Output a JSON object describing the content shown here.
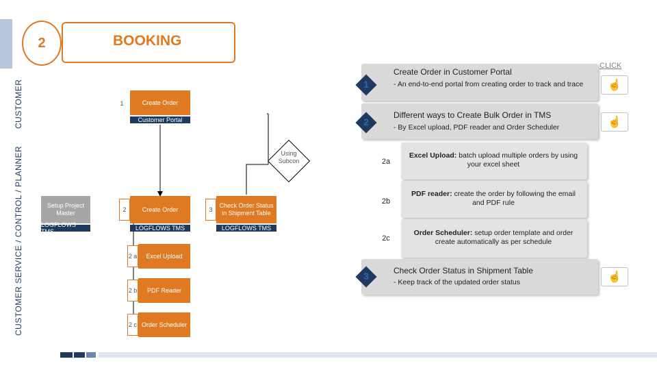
{
  "header": {
    "step_number": "2",
    "title": "BOOKING"
  },
  "lanes": {
    "customer": "CUSTOMER",
    "service": "CUSTOMER SERVICE / CONTROL / PLANNER"
  },
  "flow": {
    "create_order_1": {
      "num": "1",
      "label": "Create Order",
      "system": "Customer Portal"
    },
    "setup": {
      "label": "Setup Project Master",
      "system": "LOGFLOWS TMS"
    },
    "create_order_2": {
      "num": "2",
      "label": "Create Order",
      "system": "LOGFLOWS TMS"
    },
    "check_order": {
      "num": "3",
      "label": "Check Order Status in Shipment Table",
      "system": "LOGFLOWS TMS"
    },
    "using_subcon": "Using Subcon",
    "excel": {
      "num": "2 a",
      "label": "Excel Upload"
    },
    "pdf": {
      "num": "2 b",
      "label": "PDF Reader"
    },
    "scheduler": {
      "num": "2 c",
      "label": "Order Scheduler"
    }
  },
  "click_label": "CLICK",
  "right": {
    "items": [
      {
        "num": "1",
        "title": "Create Order in Customer Portal",
        "desc": "- An end-to-end portal from creating order to track and trace"
      },
      {
        "num": "2",
        "title": "Different ways to Create Bulk Order in TMS",
        "desc": "- By Excel upload, PDF reader and Order Scheduler"
      },
      {
        "num": "3",
        "title": "Check Order Status in Shipment Table",
        "desc": "- Keep track of the updated order status"
      }
    ],
    "sub": [
      {
        "label": "2a",
        "bold": "Excel Upload:",
        "text": " batch upload multiple orders by using your excel sheet"
      },
      {
        "label": "2b",
        "bold": "PDF reader:",
        "text": " create the order by following the email and PDF rule"
      },
      {
        "label": "2c",
        "bold": "Order Scheduler:",
        "text": " setup order template and order create automatically as per schedule"
      }
    ]
  },
  "colors": {
    "orange": "#e07a22",
    "navy": "#1f3a5f",
    "gray": "#a6a6a6",
    "panel": "#d9d9d9",
    "accent_blue": "#2a69b0"
  }
}
